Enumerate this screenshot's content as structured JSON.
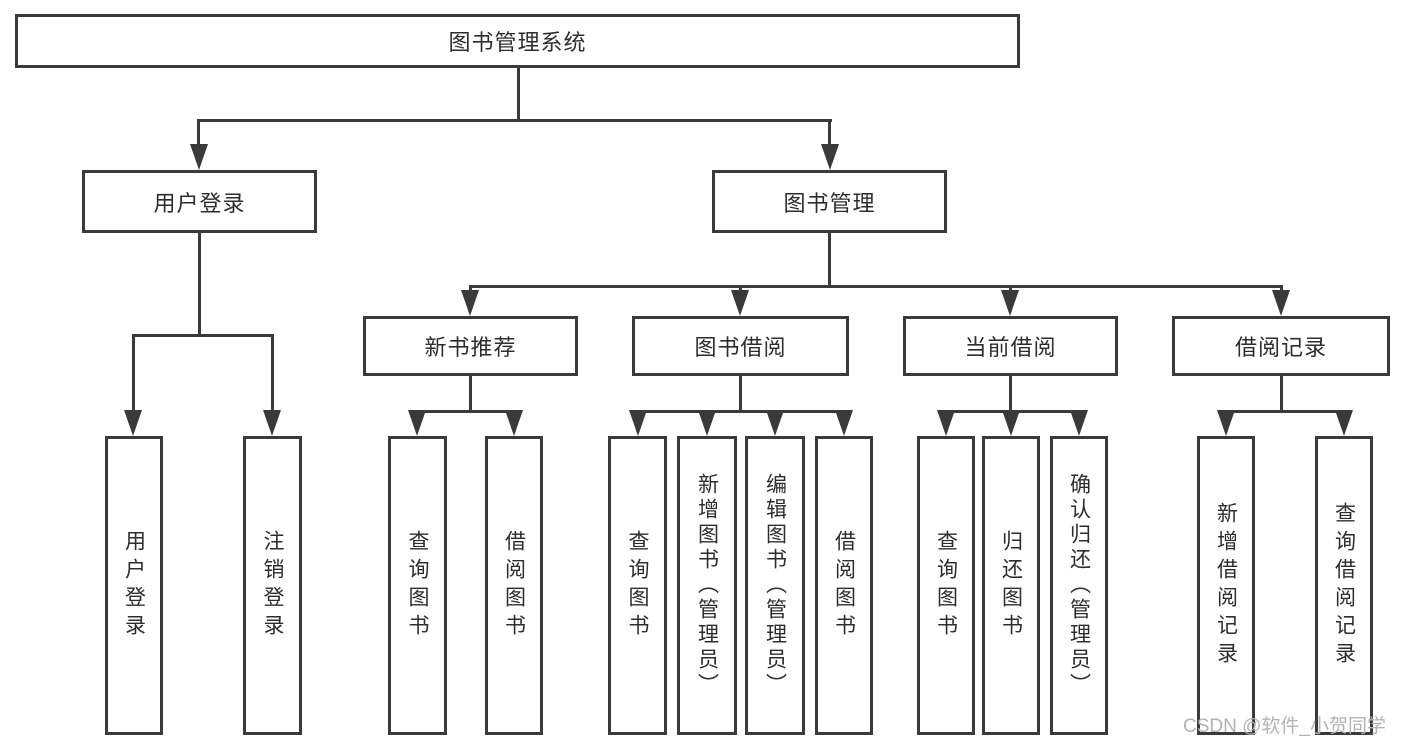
{
  "nodes": {
    "root": "图书管理系统",
    "level2": [
      "用户登录",
      "图书管理"
    ],
    "level3": [
      "新书推荐",
      "图书借阅",
      "当前借阅",
      "借阅记录"
    ],
    "user_login_children": [
      "用户登录",
      "注销登录"
    ],
    "new_book_children": [
      "查询图书",
      "借阅图书"
    ],
    "book_borrow_children": [
      "查询图书",
      "新增图书（管理员）",
      "编辑图书（管理员）",
      "借阅图书"
    ],
    "current_borrow_children": [
      "查询图书",
      "归还图书",
      "确认归还（管理员）"
    ],
    "borrow_record_children": [
      "新增借阅记录",
      "查询借阅记录"
    ]
  },
  "watermark": "CSDN @软件_小贺同学",
  "colors": {
    "line": "#3a3a3a",
    "text": "#2d2d2d",
    "box_background": "#ffffff",
    "watermark": "#b3b3b3"
  }
}
